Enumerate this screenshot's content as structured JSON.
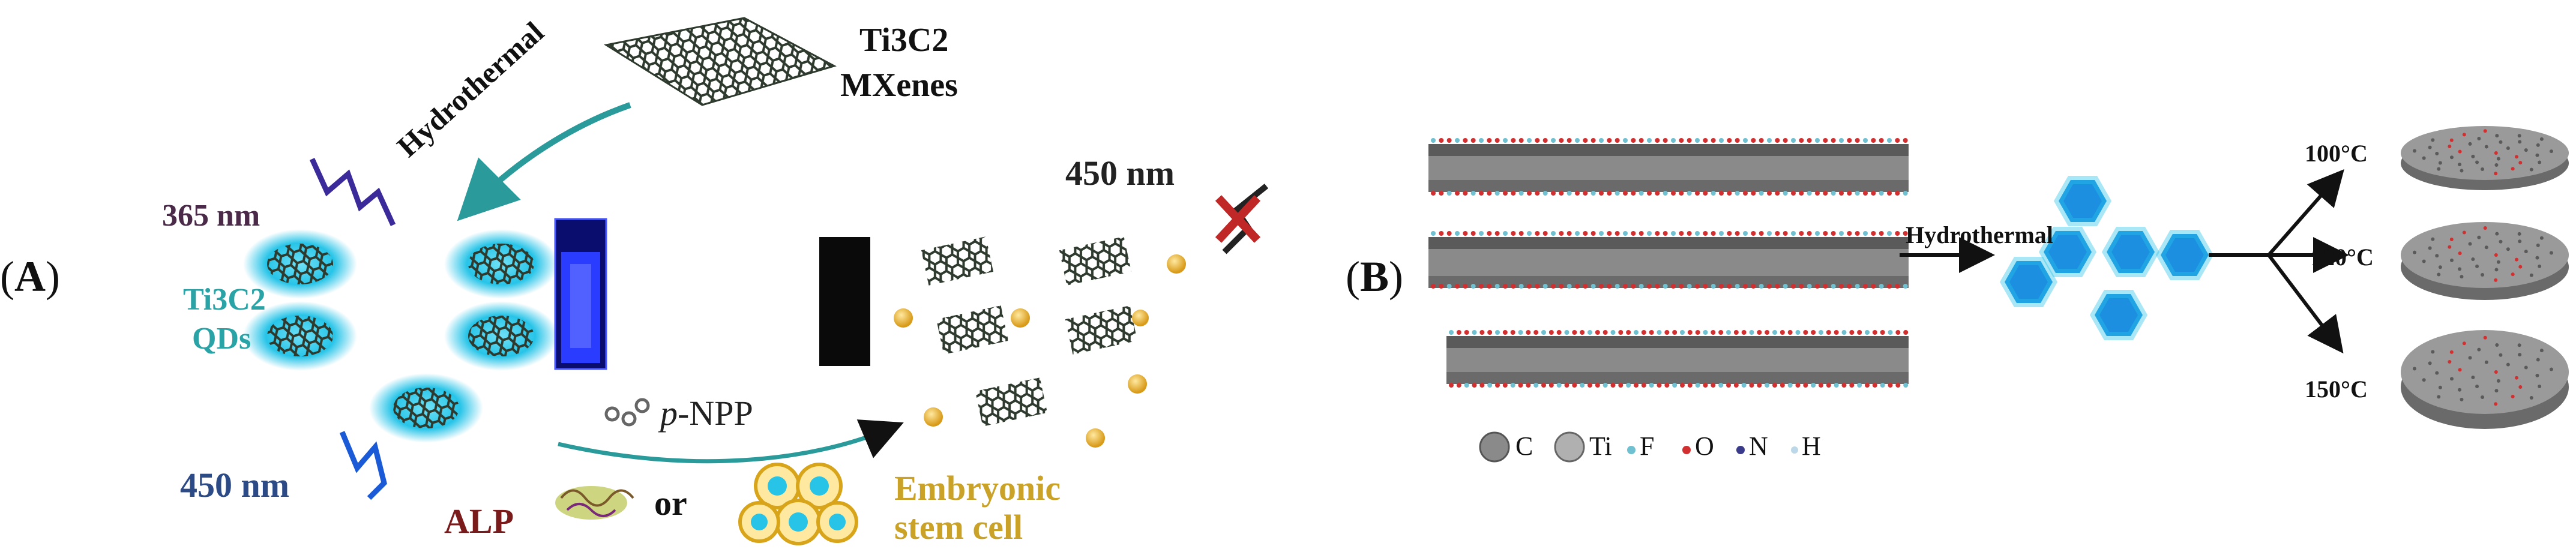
{
  "panels": {
    "A": {
      "open": "(",
      "letter": "A",
      "close": ")"
    },
    "B": {
      "open": "(",
      "letter": "B",
      "close": ")"
    }
  },
  "panel_a": {
    "mxene_title": "Ti3C2",
    "mxene_sub": "MXenes",
    "hydrothermal": "Hydrothermal",
    "excitation_top": "365 nm",
    "emission_right": "450 nm",
    "qds_line1": "Ti3C2",
    "qds_line2": "QDs",
    "emission_bottom": "450 nm",
    "substrate_italic": "p",
    "substrate_rest": "-NPP",
    "enzyme": "ALP",
    "or": "or",
    "cell_line1": "Embryonic",
    "cell_line2": "stem cell"
  },
  "panel_b": {
    "hydrothermal": "Hydrothermal",
    "temps": [
      "100°C",
      "120°C",
      "150°C"
    ],
    "legend": [
      "C",
      "Ti",
      "F",
      "O",
      "N",
      "H"
    ]
  },
  "colors": {
    "qd_glow": "#27c4e8",
    "qd_hex": "#1c8fe0",
    "teal_arrow": "#2a9a9a",
    "gold_particle": "#e5b52a",
    "vial": "#1b1fa8",
    "atom_c": "#8a8a8a",
    "atom_o": "#d23030",
    "atom_f": "#6fc0d0",
    "atom_n": "#3a3a8a"
  },
  "icons": [
    "zigzag-light-icon",
    "blocked-light-icon",
    "arrow-icon",
    "vial-icon"
  ]
}
